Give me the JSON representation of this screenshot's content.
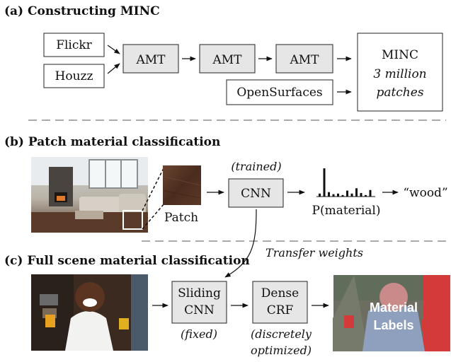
{
  "sections": {
    "a": {
      "title": "(a) Constructing MINC"
    },
    "b": {
      "title": "(b) Patch material classification"
    },
    "c": {
      "title": "(c) Full scene material classification"
    }
  },
  "a_nodes": {
    "flickr": "Flickr",
    "houzz": "Houzz",
    "amt1": "AMT",
    "amt2": "AMT",
    "amt3": "AMT",
    "opensurfaces": "OpenSurfaces",
    "minc_title": "MINC",
    "minc_sub1": "3 million",
    "minc_sub2": "patches"
  },
  "b_nodes": {
    "patch_label": "Patch",
    "cnn": "CNN",
    "trained": "(trained)",
    "prob_label": "P(material)",
    "output": "“wood”"
  },
  "c_nodes": {
    "transfer": "Transfer weights",
    "sliding1": "Sliding",
    "sliding2": "CNN",
    "fixed": "(fixed)",
    "dense1": "Dense",
    "dense2": "CRF",
    "discretely": "(discretely",
    "optimized": "optimized)",
    "labels1": "Material",
    "labels2": "Labels"
  },
  "histogram": [
    0.1,
    0.95,
    0.15,
    0.08,
    0.1,
    0.05,
    0.2,
    0.1,
    0.28,
    0.12,
    0.05,
    0.22
  ]
}
